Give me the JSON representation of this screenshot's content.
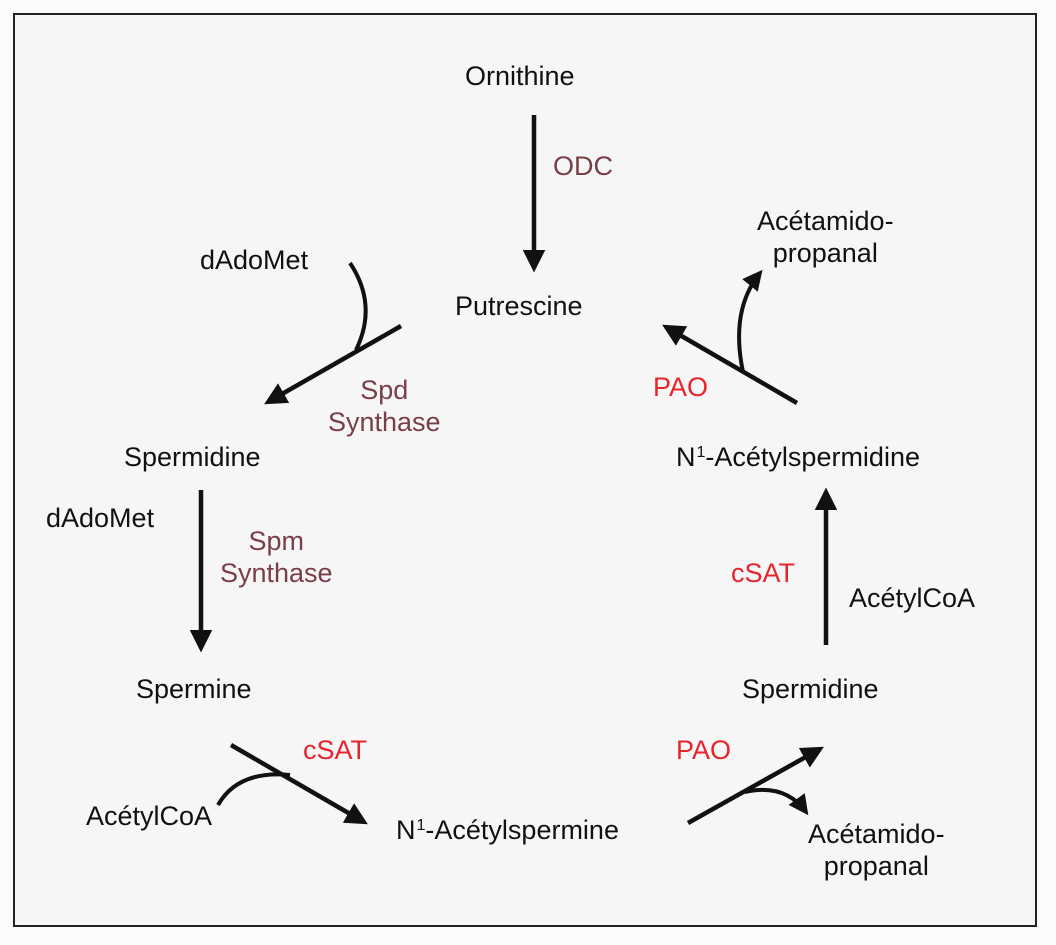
{
  "title": "",
  "colors": {
    "background": "#f6f6f7",
    "border": "#222222",
    "metabolite_text": "#111111",
    "enzyme_brown": "#7a3e48",
    "enzyme_red": "#e8242c",
    "arrow": "#111111"
  },
  "nodes": {
    "ornithine": "Ornithine",
    "putrescine": "Putrescine",
    "spermidine_left": "Spermidine",
    "spermine": "Spermine",
    "n1_acetylspermine_prefix": "N",
    "n1_acetylspermine_sup": "1",
    "n1_acetylspermine_suffix": "-Acétylspermine",
    "spermidine_right": "Spermidine",
    "n1_acetylspermidine_prefix": "N",
    "n1_acetylspermidine_sup": "1",
    "n1_acetylspermidine_suffix": "-Acétylspermidine",
    "acetamido_top_line1": "Acétamido-",
    "acetamido_top_line2": "propanal",
    "acetamido_bottom_line1": "Acétamido-",
    "acetamido_bottom_line2": "propanal"
  },
  "cofactors": {
    "dadomet_1": "dAdoMet",
    "dadomet_2": "dAdoMet",
    "acetylcoa_1": "AcétylCoA",
    "acetylcoa_2": "AcétylCoA"
  },
  "enzymes": {
    "odc": "ODC",
    "spd_synthase_line1": "Spd",
    "spd_synthase_line2": "Synthase",
    "spm_synthase_line1": "Spm",
    "spm_synthase_line2": "Synthase",
    "csat_bottom": "cSAT",
    "pao_bottom": "PAO",
    "csat_right": "cSAT",
    "pao_top": "PAO"
  }
}
